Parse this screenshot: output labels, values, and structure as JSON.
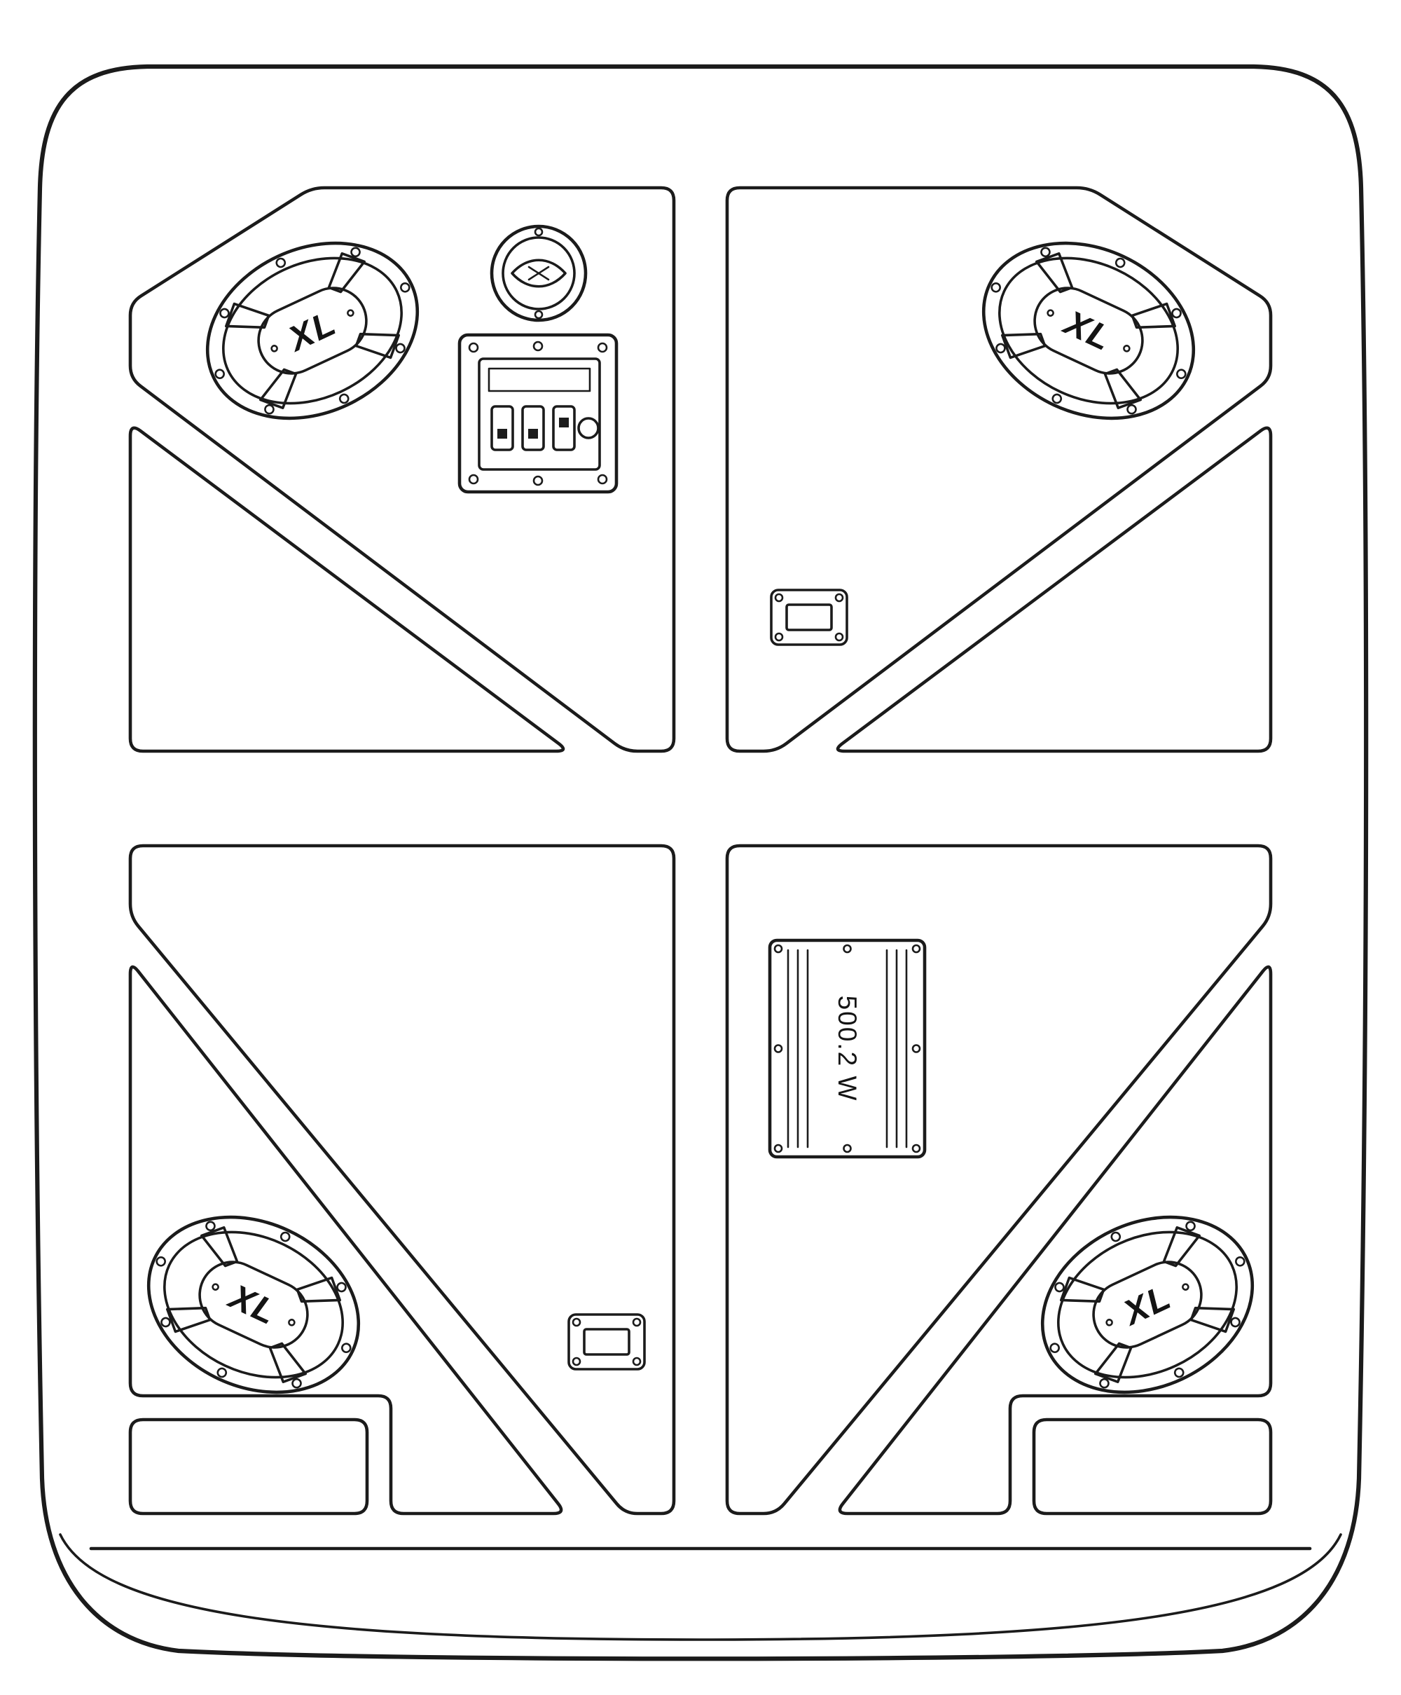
{
  "speakers": [
    {
      "label": "XL"
    },
    {
      "label": "XL"
    },
    {
      "label": "XL"
    },
    {
      "label": "XL"
    }
  ],
  "amplifier": {
    "label": "500.2 W"
  }
}
